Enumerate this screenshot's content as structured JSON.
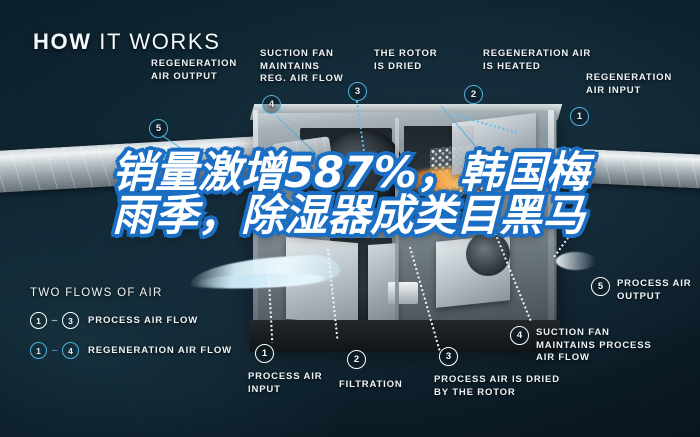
{
  "header": {
    "title_bold": "HOW",
    "title_rest": " IT WORKS"
  },
  "overlay": {
    "headline": "销量激增587%，韩国梅雨季，除湿器成类目黑马",
    "text_color": "#ffffff",
    "stroke_color": "#1a6fc4"
  },
  "legend": {
    "title": "TWO FLOWS OF AIR",
    "rows": [
      {
        "from": "1",
        "dash": "–",
        "to": "3",
        "label": "PROCESS AIR FLOW",
        "color": "#ffffff"
      },
      {
        "from": "1",
        "dash": "–",
        "to": "4",
        "label": "REGENERATION AIR FLOW",
        "color": "#4fb4dd"
      }
    ]
  },
  "callouts": [
    {
      "num": "5",
      "label": "REGENERATION\nAIR OUTPUT",
      "color": "#4fb4dd",
      "line": "solid"
    },
    {
      "num": "4",
      "label": "SUCTION FAN\nMAINTAINS\nREG. AIR FLOW",
      "color": "#4fb4dd",
      "line": "solid"
    },
    {
      "num": "3",
      "label": "THE ROTOR\nIS DRIED",
      "color": "#4fb4dd",
      "line": "dotted-cyan"
    },
    {
      "num": "2",
      "label": "REGENERATION AIR\nIS HEATED",
      "color": "#4fb4dd",
      "line": "solid"
    },
    {
      "num": "1",
      "label": "REGENERATION\nAIR INPUT",
      "color": "#4fb4dd",
      "line": "dotted-cyan"
    },
    {
      "num": "5",
      "label": "PROCESS AIR\nOUTPUT",
      "color": "#ffffff",
      "line": "dotted"
    },
    {
      "num": "4",
      "label": "SUCTION FAN\nMAINTAINS PROCESS\nAIR FLOW",
      "color": "#ffffff",
      "line": "dotted"
    },
    {
      "num": "3",
      "label": "PROCESS AIR IS DRIED\nBY THE ROTOR",
      "color": "#ffffff",
      "line": "dotted"
    },
    {
      "num": "2",
      "label": "FILTRATION",
      "color": "#ffffff",
      "line": "dotted"
    },
    {
      "num": "1",
      "label": "PROCESS AIR\nINPUT",
      "color": "#ffffff",
      "line": "dotted"
    }
  ]
}
